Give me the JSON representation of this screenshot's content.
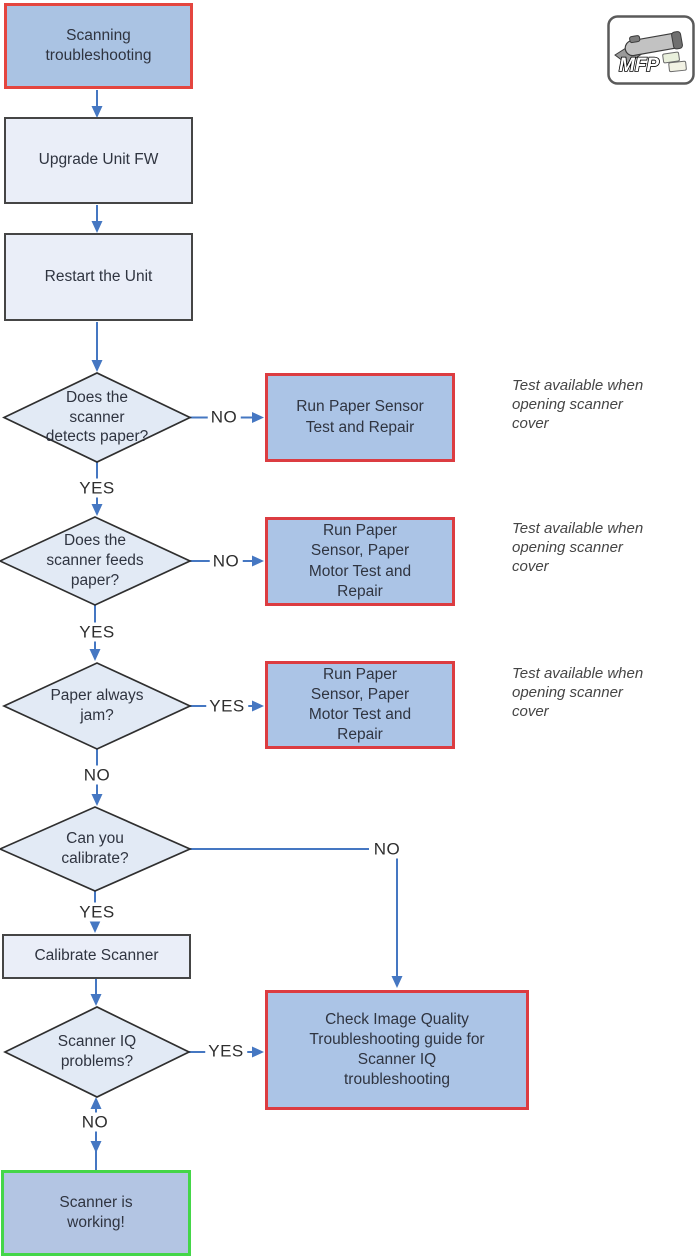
{
  "icon": {
    "mfp_label": "MFP"
  },
  "colors": {
    "start_fill": "#aac3e3",
    "action_fill": "#abc4e6",
    "process_fill": "#eaeef8",
    "decision_fill": "#e2eaf5",
    "success_fill": "#b3c5e3",
    "red_border": "#dc3c41",
    "dark_border": "#454545",
    "green_border": "#44d648",
    "connector_blue": "#4577c2"
  },
  "nodes": {
    "start": "Scanning\ntroubleshooting",
    "upgrade": "Upgrade Unit FW",
    "restart": "Restart the Unit",
    "action_sensor": "Run Paper Sensor\nTest and Repair",
    "action_sensor_motor_1": "Run Paper\nSensor, Paper\nMotor Test and\nRepair",
    "action_sensor_motor_2": "Run Paper\nSensor, Paper\nMotor Test and\nRepair",
    "calibrate": "Calibrate Scanner",
    "check_iq": "Check Image Quality\nTroubleshooting guide for\nScanner IQ\ntroubleshooting",
    "working": "Scanner is\nworking!"
  },
  "decisions": {
    "detects_paper": "Does the\nscanner\ndetects paper?",
    "feeds_paper": "Does the\nscanner feeds\npaper?",
    "paper_jam": "Paper always\njam?",
    "can_calibrate": "Can you\ncalibrate?",
    "scanner_iq": "Scanner IQ\nproblems?"
  },
  "edge_labels": {
    "detects_no": "NO",
    "detects_yes": "YES",
    "feeds_no": "NO",
    "feeds_yes": "YES",
    "jam_yes": "YES",
    "jam_no": "NO",
    "calibrate_no": "NO",
    "calibrate_yes": "YES",
    "iq_yes": "YES",
    "iq_no": "NO"
  },
  "notes": {
    "note_detects": "Test available when\nopening scanner\ncover",
    "note_feeds": "Test available when\nopening scanner\ncover",
    "note_jam": "Test available when\nopening scanner\ncover"
  }
}
